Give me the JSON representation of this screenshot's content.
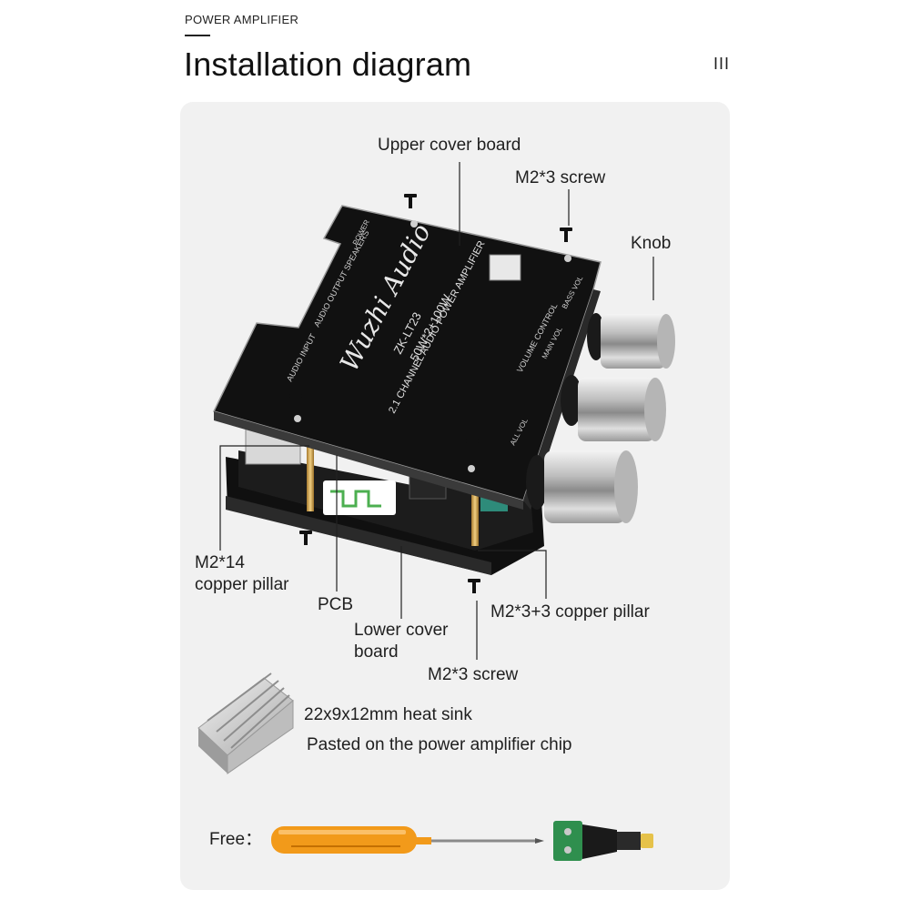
{
  "header": {
    "kicker": "POWER AMPLIFIER",
    "title": "Installation diagram",
    "menu_icon": "menu-bars-icon"
  },
  "labels": {
    "upper_cover_board": "Upper cover board",
    "m2x3_screw_top": "M2*3 screw",
    "knob": "Knob",
    "m2x14_line1": "M2*14",
    "m2x14_line2": "copper pillar",
    "pcb": "PCB",
    "lower_cover_line1": "Lower cover",
    "lower_cover_line2": "board",
    "m2x3_3_pillar": "M2*3+3 copper pillar",
    "m2x3_screw_bottom": "M2*3 screw"
  },
  "board_print": {
    "brand": "Wuzhi Audio",
    "model": "ZK-LT23",
    "power": "50W*2+100W",
    "desc": "2.1 CHANNEL AUDIO POWER AMPLIFIER",
    "audio_output": "AUDIO OUTPUT SPEAKERS",
    "audio_input": "AUDIO INPUT",
    "volume_control": "VOLUME CONTROL",
    "bass_vol": "BASS VOL",
    "main_vol": "MAIN VOL",
    "all_vol": "ALL VOL",
    "power_label": "POWER"
  },
  "heatsink": {
    "size": "22x9x12mm heat sink",
    "note": "Pasted on the power amplifier chip"
  },
  "free": {
    "label": "Free："
  },
  "colors": {
    "panel_bg": "#f1f1f1",
    "board_black": "#141414",
    "knob_silver": "#c9c9c9",
    "screwdriver_orange": "#f29a1a",
    "dc_connector_green": "#2f8f4e"
  }
}
